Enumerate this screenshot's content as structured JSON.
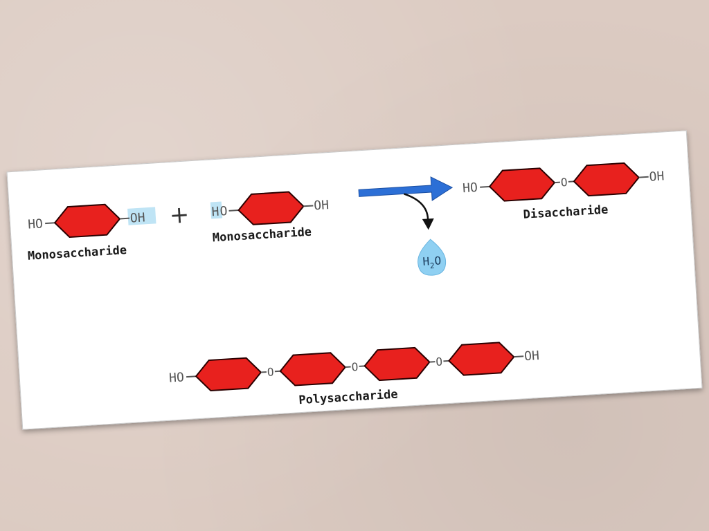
{
  "labels": {
    "mono1": "Monosaccharide",
    "mono2": "Monosaccharide",
    "disaccharide": "Disaccharide",
    "polysaccharide": "Polysaccharide",
    "plus": "+",
    "water_main": "H",
    "water_sub": "2",
    "water_o": "O"
  },
  "groups": {
    "ho": "HO",
    "oh": "OH",
    "h": "H",
    "o_tail": "O",
    "bridge_o": "O"
  },
  "colors": {
    "sugar_ring": "#e8211e",
    "ring_edge": "#2a0000",
    "highlight": "#bfe4f5",
    "arrow": "#2c6fd6",
    "water": "#8fd0f2"
  }
}
